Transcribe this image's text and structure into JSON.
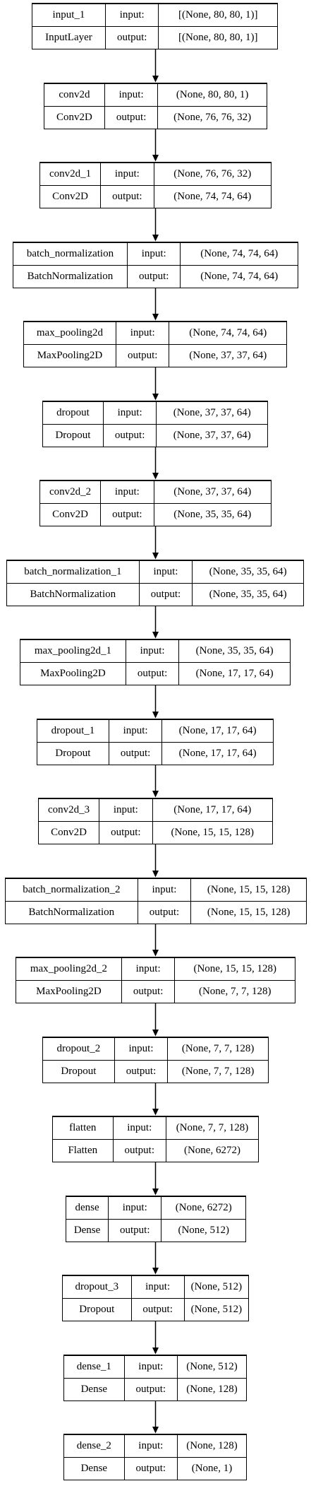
{
  "diagram": {
    "nodes": [
      {
        "name": "input_1",
        "type": "InputLayer",
        "input": "[(None, 80, 80, 1)]",
        "output": "[(None, 80, 80, 1)]"
      },
      {
        "name": "conv2d",
        "type": "Conv2D",
        "input": "(None, 80, 80, 1)",
        "output": "(None, 76, 76, 32)"
      },
      {
        "name": "conv2d_1",
        "type": "Conv2D",
        "input": "(None, 76, 76, 32)",
        "output": "(None, 74, 74, 64)"
      },
      {
        "name": "batch_normalization",
        "type": "BatchNormalization",
        "input": "(None, 74, 74, 64)",
        "output": "(None, 74, 74, 64)"
      },
      {
        "name": "max_pooling2d",
        "type": "MaxPooling2D",
        "input": "(None, 74, 74, 64)",
        "output": "(None, 37, 37, 64)"
      },
      {
        "name": "dropout",
        "type": "Dropout",
        "input": "(None, 37, 37, 64)",
        "output": "(None, 37, 37, 64)"
      },
      {
        "name": "conv2d_2",
        "type": "Conv2D",
        "input": "(None, 37, 37, 64)",
        "output": "(None, 35, 35, 64)"
      },
      {
        "name": "batch_normalization_1",
        "type": "BatchNormalization",
        "input": "(None, 35, 35, 64)",
        "output": "(None, 35, 35, 64)"
      },
      {
        "name": "max_pooling2d_1",
        "type": "MaxPooling2D",
        "input": "(None, 35, 35, 64)",
        "output": "(None, 17, 17, 64)"
      },
      {
        "name": "dropout_1",
        "type": "Dropout",
        "input": "(None, 17, 17, 64)",
        "output": "(None, 17, 17, 64)"
      },
      {
        "name": "conv2d_3",
        "type": "Conv2D",
        "input": "(None, 17, 17, 64)",
        "output": "(None, 15, 15, 128)"
      },
      {
        "name": "batch_normalization_2",
        "type": "BatchNormalization",
        "input": "(None, 15, 15, 128)",
        "output": "(None, 15, 15, 128)"
      },
      {
        "name": "max_pooling2d_2",
        "type": "MaxPooling2D",
        "input": "(None, 15, 15, 128)",
        "output": "(None, 7, 7, 128)"
      },
      {
        "name": "dropout_2",
        "type": "Dropout",
        "input": "(None, 7, 7, 128)",
        "output": "(None, 7, 7, 128)"
      },
      {
        "name": "flatten",
        "type": "Flatten",
        "input": "(None, 7, 7, 128)",
        "output": "(None, 6272)"
      },
      {
        "name": "dense",
        "type": "Dense",
        "input": "(None, 6272)",
        "output": "(None, 512)"
      },
      {
        "name": "dropout_3",
        "type": "Dropout",
        "input": "(None, 512)",
        "output": "(None, 512)"
      },
      {
        "name": "dense_1",
        "type": "Dense",
        "input": "(None, 512)",
        "output": "(None, 128)"
      },
      {
        "name": "dense_2",
        "type": "Dense",
        "input": "(None, 128)",
        "output": "(None, 1)"
      }
    ],
    "port_labels": {
      "input": "input:",
      "output": "output:"
    }
  }
}
